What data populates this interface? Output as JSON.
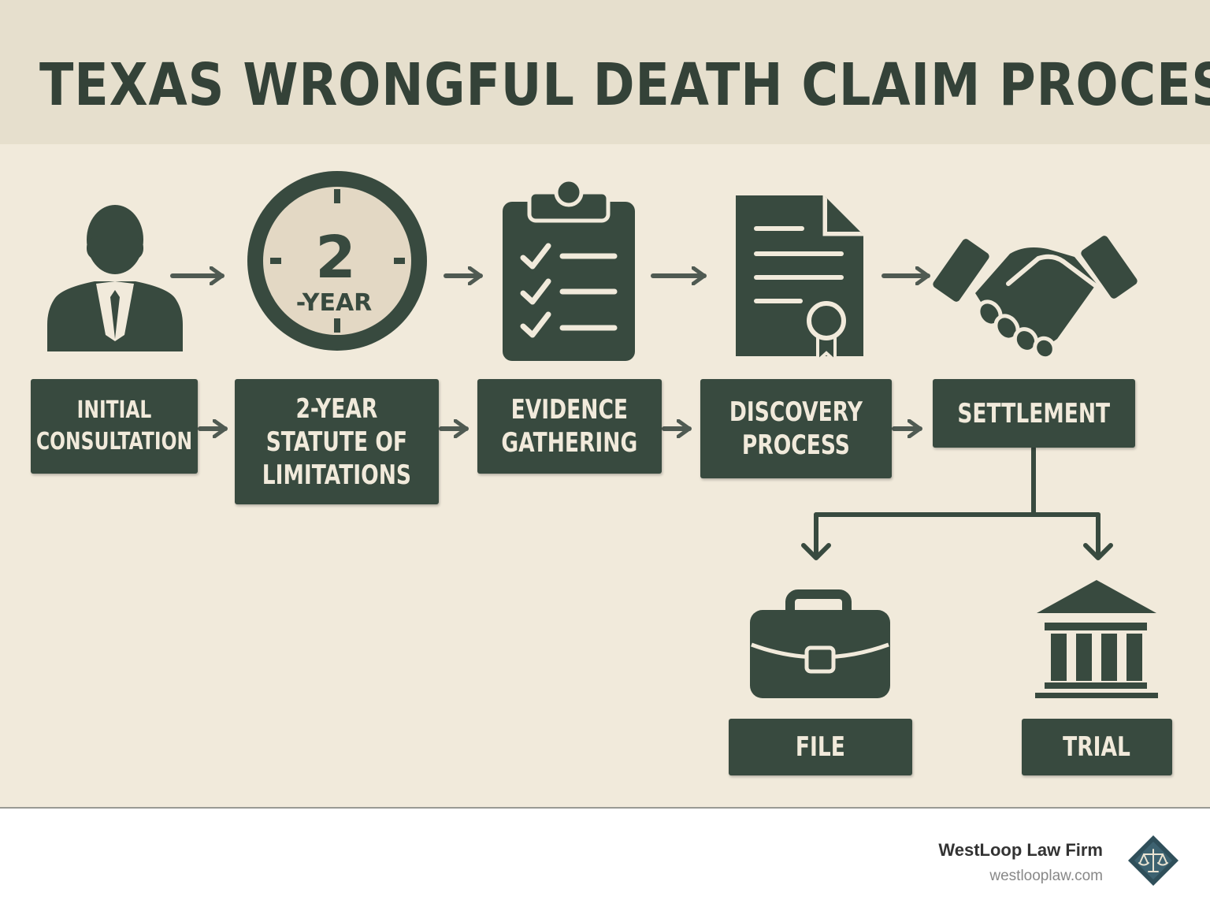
{
  "header": {
    "title": "TEXAS WRONGFUL DEATH CLAIM PROCESS"
  },
  "steps": [
    {
      "id": "initial-consultation",
      "label": "INITIAL\nCONSULTATION",
      "icon": "person-suit-icon"
    },
    {
      "id": "statute-of-limitations",
      "label": "2-YEAR\nSTATUTE OF\nLIMITATIONS",
      "icon": "clock-icon"
    },
    {
      "id": "evidence-gathering",
      "label": "EVIDENCE\nGATHERING",
      "icon": "clipboard-checklist-icon"
    },
    {
      "id": "discovery-process",
      "label": "DISCOVERY\nPROCESS",
      "icon": "document-seal-icon"
    },
    {
      "id": "settlement",
      "label": "SETTLEMENT",
      "icon": "handshake-icon"
    }
  ],
  "branches": [
    {
      "id": "file",
      "label": "FILE",
      "icon": "briefcase-icon"
    },
    {
      "id": "trial",
      "label": "TRIAL",
      "icon": "courthouse-icon"
    }
  ],
  "clock_icon": {
    "number": "2",
    "unit": "-YEAR"
  },
  "footer": {
    "firm_name": "WestLoop Law Firm",
    "firm_url": "westlooplaw.com",
    "logo_icon": "scales-of-justice-icon"
  },
  "colors": {
    "dark_green": "#384a3f",
    "title_green": "#344238",
    "arrow_gray": "#4f5a52",
    "background": "#f1eadb",
    "header_background": "#e6dfcd",
    "logo_teal": "#2f4f5a"
  }
}
